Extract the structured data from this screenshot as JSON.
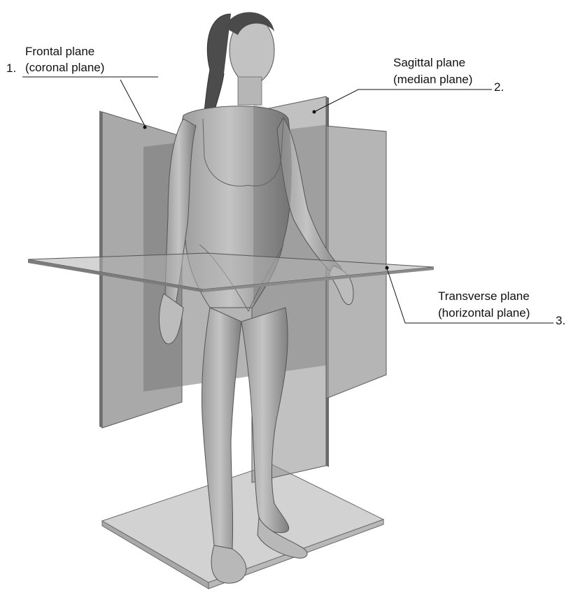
{
  "labels": {
    "frontal": {
      "number": "1.",
      "line1": "Frontal plane",
      "line2": "(coronal plane)"
    },
    "sagittal": {
      "number": "2.",
      "line1": "Sagittal plane",
      "line2": "(median plane)"
    },
    "transverse": {
      "number": "3.",
      "line1": "Transverse plane",
      "line2": "(horizontal plane)"
    }
  },
  "colors": {
    "plane_fill": "#8c8c8c",
    "plane_edge": "#5a5a5a",
    "figure_skin": "#b4b4b4",
    "hair": "#4a4a4a",
    "base_plate": "#cfcfcf"
  }
}
